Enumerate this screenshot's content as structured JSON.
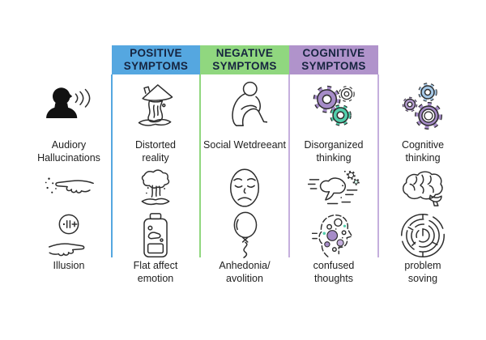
{
  "figure": {
    "background": "#ffffff"
  },
  "colors": {
    "positive_header_bg": "#55a7e0",
    "negative_header_bg": "#90d77f",
    "cognitive_header_bg": "#b093cb",
    "header_text": "#16243f",
    "divider_positive": "#55a7e0",
    "divider_negative": "#90d77f",
    "divider_cognitive": "#c5afdd",
    "icon_teal": "#5cc3a5",
    "icon_green": "#8ed97b",
    "icon_purple": "#a68cc8",
    "icon_blue": "#a5c9e8"
  },
  "columns": {
    "hallucinations": {
      "items": [
        {
          "icon": "auditory-hallucinations-icon",
          "label": "Audiory\nHallucinations"
        },
        {
          "icon": "reaching-hand-icon",
          "label": ""
        },
        {
          "icon": "illusion-icon",
          "label": "Illusion"
        }
      ]
    },
    "positive": {
      "header": "POSITIVE\nSYMPTOMS",
      "items": [
        {
          "icon": "distorted-house-icon",
          "label": "Distorted\nreality"
        },
        {
          "icon": "melting-tree-icon",
          "label": ""
        },
        {
          "icon": "low-battery-icon",
          "label": "Flat affect\nemotion"
        }
      ]
    },
    "negative": {
      "header": "NEGATIVE\nSYMPTOMS",
      "items": [
        {
          "icon": "hunched-person-icon",
          "label": "Social Wetdreeant"
        },
        {
          "icon": "sad-face-icon",
          "label": ""
        },
        {
          "icon": "balloon-icon",
          "label": "Anhedonia/\navolition"
        }
      ]
    },
    "cognitive": {
      "header": "COGNITIVE\nSYMPTOMS",
      "items": [
        {
          "icon": "disorganized-gears-icon",
          "label": "Disorganized\nthinking"
        },
        {
          "icon": "racing-thoughts-icon",
          "label": ""
        },
        {
          "icon": "confused-head-icon",
          "label": "confused\nthoughts"
        }
      ]
    },
    "thinking": {
      "items": [
        {
          "icon": "cognitive-gears-icon",
          "label": "Cognitive\nthinking"
        },
        {
          "icon": "brain-icon",
          "label": ""
        },
        {
          "icon": "maze-icon",
          "label": "problem\nsoving"
        }
      ]
    }
  }
}
